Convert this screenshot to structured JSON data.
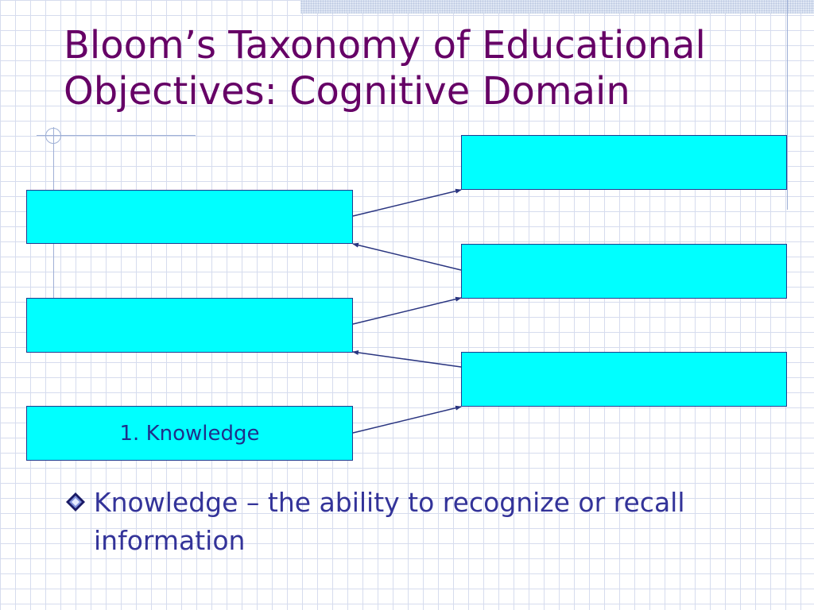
{
  "slide": {
    "title_line1": "Bloom’s Taxonomy of Educational",
    "title_line2": "Objectives: Cognitive Domain"
  },
  "diagram": {
    "levels": [
      {
        "id": "level-1",
        "label": "1. Knowledge"
      },
      {
        "id": "level-2",
        "label": ""
      },
      {
        "id": "level-3",
        "label": ""
      },
      {
        "id": "level-4",
        "label": ""
      },
      {
        "id": "level-5",
        "label": ""
      },
      {
        "id": "level-6",
        "label": ""
      }
    ],
    "box_fill": "#00ffff",
    "label_color": "#1f2f8a"
  },
  "bullets": [
    {
      "icon": "diamond-bullet-icon",
      "text": "Knowledge – the ability to recognize or recall information"
    }
  ],
  "colors": {
    "title": "#660066",
    "body_text": "#333399",
    "arrow": "#2a3580",
    "grid": "#d6dcee"
  }
}
